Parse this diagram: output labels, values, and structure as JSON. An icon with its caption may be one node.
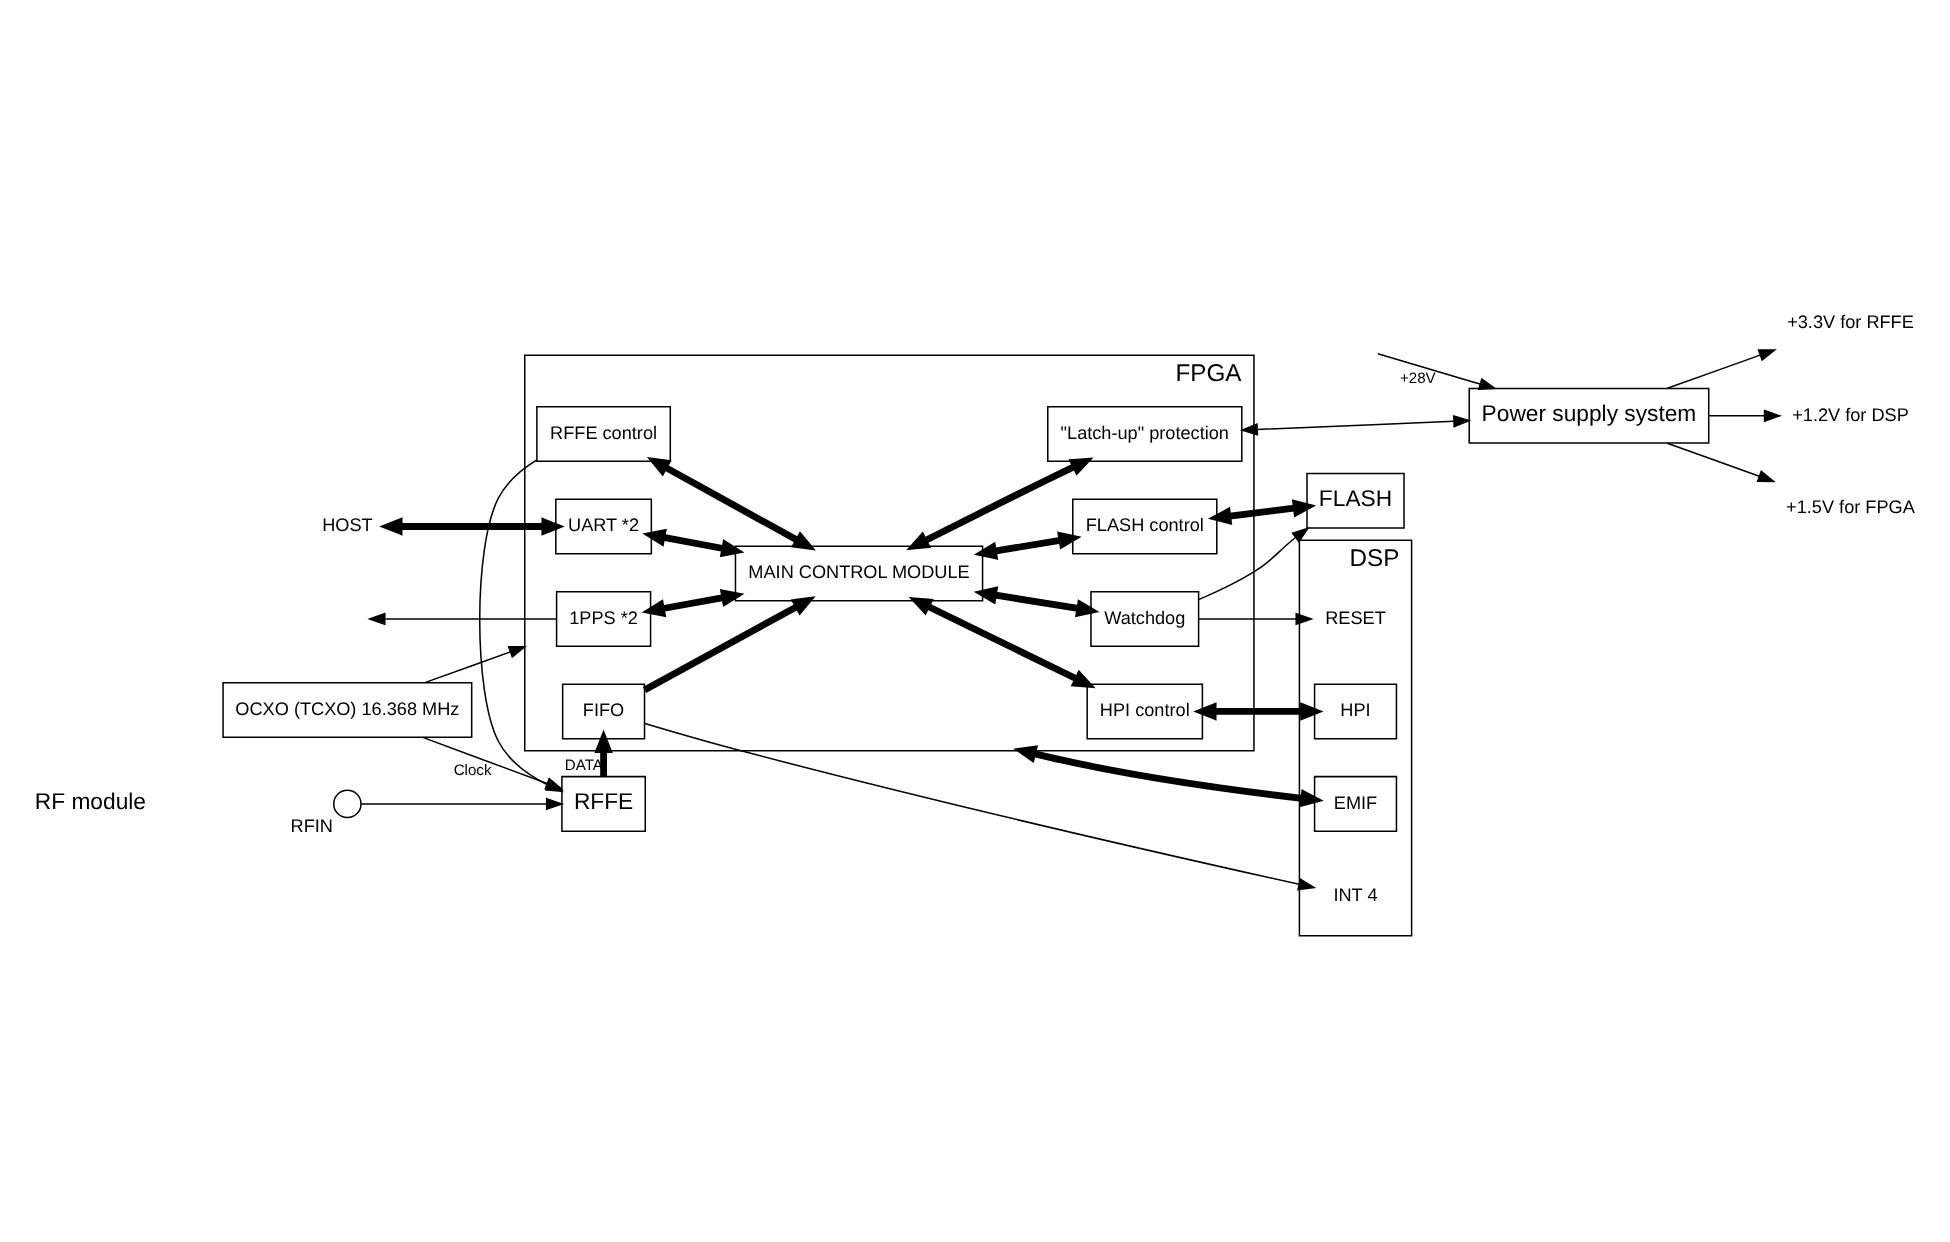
{
  "diagram": {
    "nodes": [
      {
        "text": [
          "FPGA"
        ]
      },
      {
        "text": [
          "1PPS *2"
        ],
        "in": 0
      },
      {
        "text": [
          "UART *2"
        ],
        "in": 0
      },
      {
        "text": [
          "RFFE control"
        ],
        "in": 0
      },
      {
        "text": [
          "MAIN CONTROL MODULE"
        ],
        "in": 0
      },
      {
        "text": [
          "FLASH control"
        ],
        "in": 0
      },
      {
        "text": [
          "HPI control"
        ],
        "in": 0
      },
      {
        "text": [
          "\"Latch-up\" protection"
        ],
        "in": 0
      },
      {
        "text": [
          "Watchdog"
        ],
        "in": 0
      },
      {
        "text": [
          "FIFO"
        ],
        "in": 0
      },
      {
        "text": [
          "FLASH"
        ]
      },
      {
        "text": [
          "DSP"
        ]
      },
      {
        "text": [
          "HPI"
        ],
        "in": 11
      },
      {
        "text": [
          "RESET"
        ],
        "in": 11
      },
      {
        "text": [
          "EMIF"
        ],
        "in": 11
      },
      {
        "text": [
          "INT 4"
        ],
        "in": 11
      },
      {
        "text": [],
        "shape": "circle",
        "beside": [
          "RFIN"
        ]
      },
      {
        "text": [
          "RFFE"
        ]
      },
      {
        "text": [
          "OCXO (TCXO) 16.368 MHz"
        ]
      },
      {
        "text": [
          "Power supply system"
        ]
      },
      {
        "text": [
          "HOST"
        ]
      },
      {
        "text": [
          "+3.3V for RFFE"
        ]
      },
      {
        "text": [
          "+1.2V for DSP"
        ]
      },
      {
        "text": [
          "+1.5V for FPGA"
        ]
      }
    ],
    "edges": [
      {
        "from": 1,
        "to": null,
        "arrow": "to"
      },
      {
        "from": 20,
        "to": 2,
        "arrow": "both",
        "style": "thick"
      },
      {
        "from": 1,
        "to": 4,
        "arrow": "both",
        "style": "thick"
      },
      {
        "from": 2,
        "to": 4,
        "arrow": "both",
        "style": "thick"
      },
      {
        "from": 3,
        "to": 4,
        "arrow": "both",
        "style": "thick"
      },
      {
        "from": 4,
        "to": 5,
        "arrow": "both",
        "style": "thick"
      },
      {
        "from": 4,
        "to": 6,
        "arrow": "both",
        "style": "thick"
      },
      {
        "from": 4,
        "to": 7,
        "arrow": "both",
        "style": "thick"
      },
      {
        "from": 4,
        "to": 8,
        "arrow": "both",
        "style": "thick"
      },
      {
        "from": 9,
        "to": 4,
        "arrow": "to",
        "style": "thick"
      },
      {
        "from": 3,
        "to": 17,
        "arrow": "to"
      },
      {
        "from": 16,
        "to": 17,
        "arrow": "to"
      },
      {
        "from": 17,
        "to": 9,
        "arrow": "to",
        "style": "thick",
        "label": "DATA"
      },
      {
        "from": 18,
        "to": 17,
        "arrow": "to",
        "label": "Clock"
      },
      {
        "from": 18,
        "to": 0,
        "arrow": "to"
      },
      {
        "from": 5,
        "to": 10,
        "arrow": "both",
        "style": "thick"
      },
      {
        "from": 6,
        "to": 12,
        "arrow": "both",
        "style": "thick"
      },
      {
        "from": 8,
        "to": 10,
        "arrow": "to"
      },
      {
        "from": 8,
        "to": 13,
        "arrow": "to"
      },
      {
        "from": 0,
        "to": 14,
        "arrow": "both",
        "style": "thick"
      },
      {
        "from": 9,
        "to": 15,
        "arrow": "to"
      },
      {
        "from": 7,
        "to": 19,
        "arrow": "both"
      },
      {
        "from": 19,
        "to": 21,
        "arrow": "to"
      },
      {
        "from": 19,
        "to": 22,
        "arrow": "to"
      },
      {
        "from": 19,
        "to": 23,
        "arrow": "to"
      },
      {
        "from": null,
        "to": 19,
        "arrow": "to",
        "label": "+28V"
      }
    ],
    "labels": [
      "RF module"
    ]
  }
}
